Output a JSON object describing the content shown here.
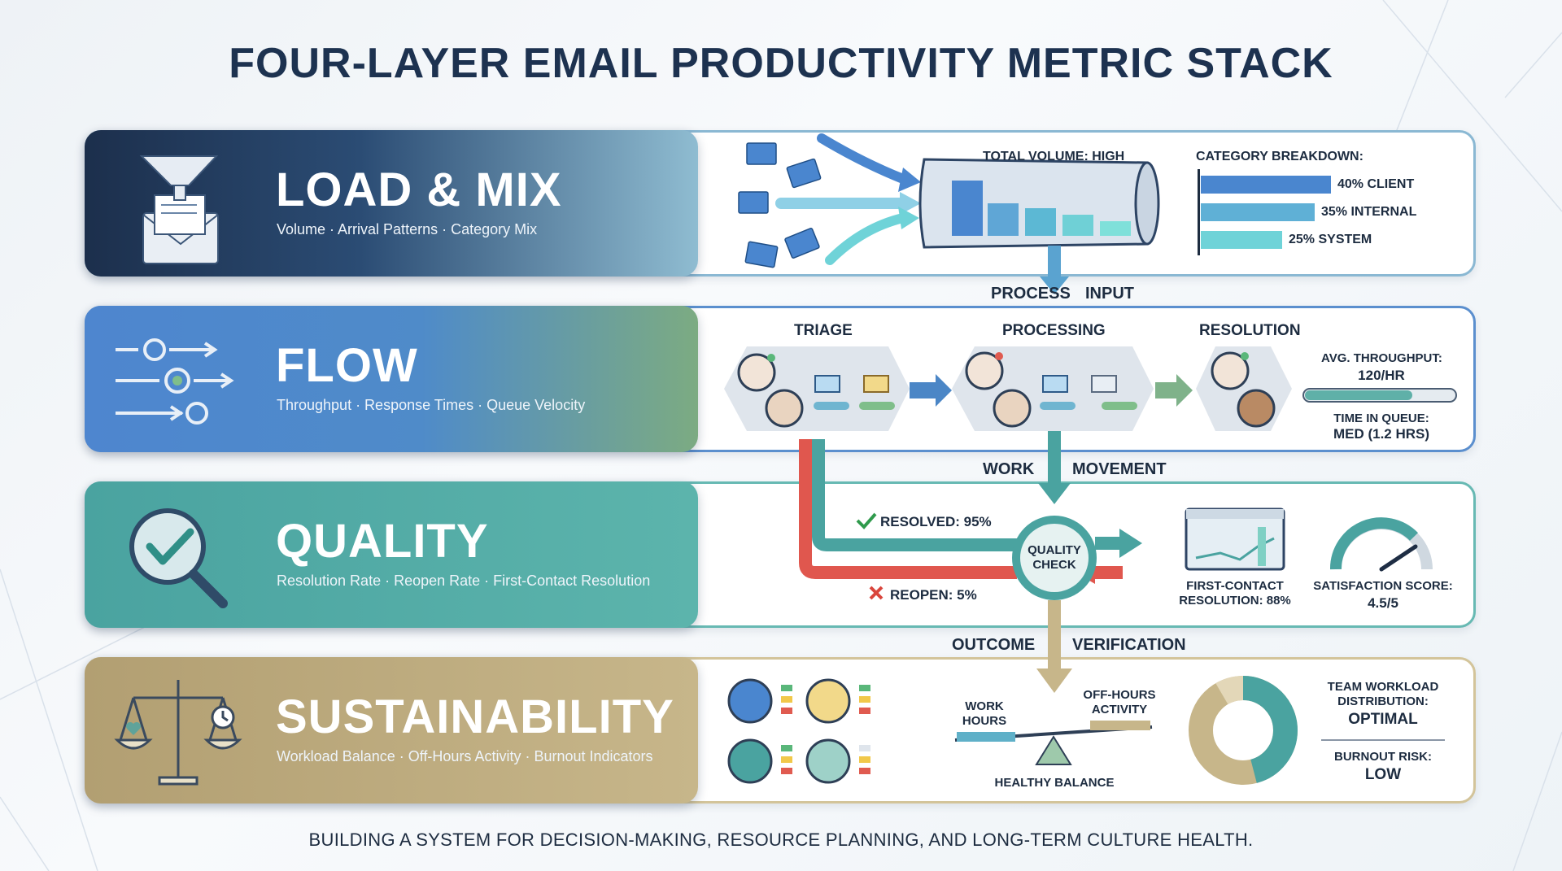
{
  "title": "FOUR-LAYER EMAIL PRODUCTIVITY METRIC STACK",
  "layers": [
    {
      "name": "LOAD & MIX",
      "subtitle": "Volume · Arrival Patterns · Category Mix",
      "icon": "funnel-envelope-icon",
      "color": "#1c2f4c"
    },
    {
      "name": "FLOW",
      "subtitle": "Throughput · Response Times · Queue Velocity",
      "icon": "gears-arrows-icon",
      "color": "#4e86cf"
    },
    {
      "name": "QUALITY",
      "subtitle": "Resolution Rate · Reopen Rate · First-Contact Resolution",
      "icon": "magnifier-check-icon",
      "color": "#4aa3a0"
    },
    {
      "name": "SUSTAINABILITY",
      "subtitle": "Workload Balance · Off-Hours Activity · Burnout Indicators",
      "icon": "balance-scale-icon",
      "color": "#b29f72"
    }
  ],
  "load": {
    "total_volume": "TOTAL VOLUME: HIGH",
    "breakdown_title": "CATEGORY BREAKDOWN:",
    "breakdown": [
      {
        "label": "40% CLIENT",
        "value": 40,
        "color": "#4a86cf"
      },
      {
        "label": "35% INTERNAL",
        "value": 35,
        "color": "#5fb0d6"
      },
      {
        "label": "25% SYSTEM",
        "value": 25,
        "color": "#6fd3d8"
      }
    ]
  },
  "connectors": [
    {
      "left": "PROCESS",
      "right": "INPUT"
    },
    {
      "left": "WORK",
      "right": "MOVEMENT"
    },
    {
      "left": "OUTCOME",
      "right": "VERIFICATION"
    }
  ],
  "flow": {
    "stages": [
      "TRIAGE",
      "PROCESSING",
      "RESOLUTION"
    ],
    "throughput_label": "AVG. THROUGHPUT:",
    "throughput_value": "120/HR",
    "queue_label": "TIME IN QUEUE:",
    "queue_value": "MED (1.2 HRS)"
  },
  "quality": {
    "resolved": "RESOLVED: 95%",
    "reopen": "REOPEN: 5%",
    "check_line1": "QUALITY",
    "check_line2": "CHECK",
    "fcr_line1": "FIRST-CONTACT",
    "fcr_line2": "RESOLUTION: 88%",
    "satisfaction_label": "SATISFACTION SCORE:",
    "satisfaction_value": "4.5/5"
  },
  "sustainability": {
    "work_hours_1": "WORK",
    "work_hours_2": "HOURS",
    "off_hours_1": "OFF-HOURS",
    "off_hours_2": "ACTIVITY",
    "healthy": "HEALTHY BALANCE",
    "distribution_1": "TEAM WORKLOAD",
    "distribution_2": "DISTRIBUTION:",
    "distribution_value": "OPTIMAL",
    "burnout_label": "BURNOUT RISK:",
    "burnout_value": "LOW"
  },
  "footer": "BUILDING A SYSTEM FOR DECISION-MAKING, RESOURCE PLANNING, AND LONG-TERM CULTURE HEALTH."
}
